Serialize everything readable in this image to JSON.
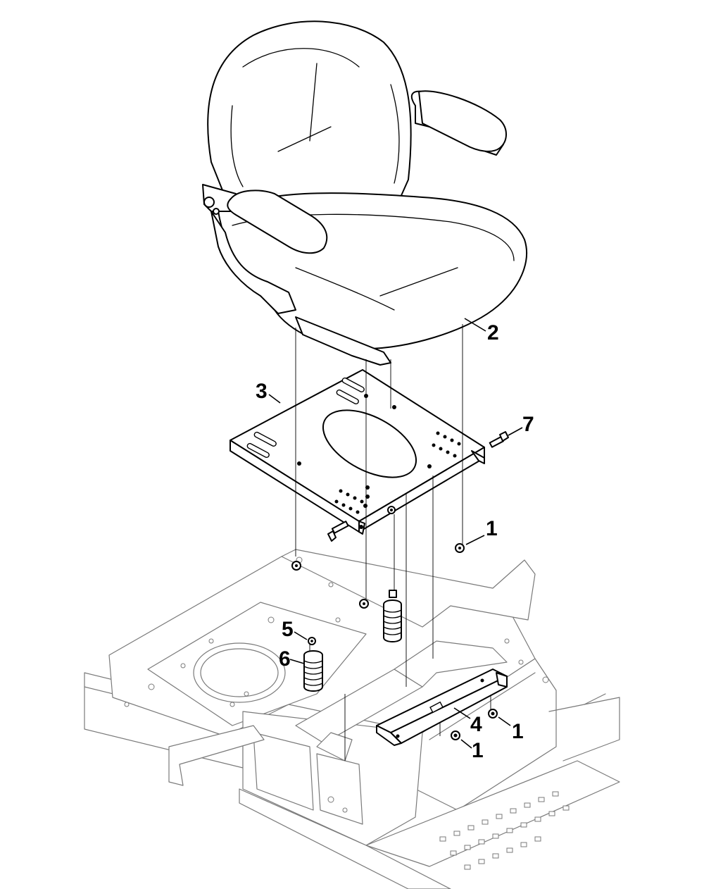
{
  "callouts": [
    {
      "id": "c1a",
      "label": "1"
    },
    {
      "id": "c1b",
      "label": "1"
    },
    {
      "id": "c1c",
      "label": "1"
    },
    {
      "id": "c2",
      "label": "2"
    },
    {
      "id": "c3",
      "label": "3"
    },
    {
      "id": "c4",
      "label": "4"
    },
    {
      "id": "c5",
      "label": "5"
    },
    {
      "id": "c6",
      "label": "6"
    },
    {
      "id": "c7",
      "label": "7"
    }
  ]
}
